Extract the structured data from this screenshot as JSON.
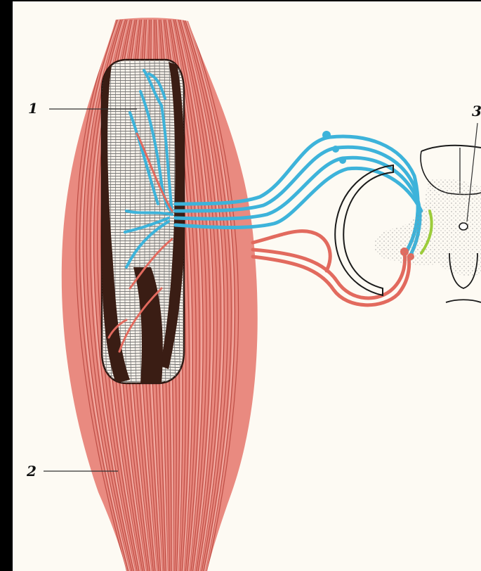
{
  "labels": {
    "label_1": "1",
    "label_2": "2",
    "label_3": "3"
  },
  "colors": {
    "background": "#fdfaf3",
    "frame": "#000000",
    "muscle": "#e27b70",
    "muscle_striation": "#b9473f",
    "muscle_highlight": "#f2a59b",
    "spindle_dark": "#3a1d14",
    "sensory_nerve": "#3db3da",
    "motor_nerve": "#e26a5e",
    "interneuron": "#9ccc3a",
    "spinal_cord_outline": "#1a1a1a",
    "gray_matter_stipple": "#8a8a8a"
  }
}
